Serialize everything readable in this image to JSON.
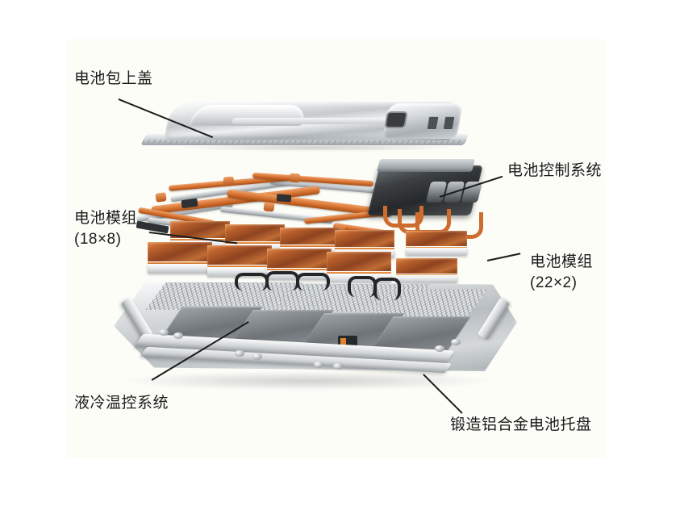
{
  "figure": {
    "type": "exploded-view-diagram",
    "subject": "电动汽车电池包爆炸图",
    "background_color": "#ffffff",
    "panel_color": "#fdfdf8",
    "accent_color": "#cd6c2c",
    "metal_color": "#c6cacd",
    "leader_line_color": "#1c1c1c"
  },
  "callouts": [
    {
      "id": "battery-pack-upper-cover",
      "label": "电池包上盖",
      "sub": "",
      "side": "left"
    },
    {
      "id": "battery-control-system",
      "label": "电池控制系统",
      "sub": "",
      "side": "right"
    },
    {
      "id": "battery-module-18x8",
      "label": "电池模组",
      "sub": "(18×8)",
      "side": "left"
    },
    {
      "id": "battery-module-22x2",
      "label": "电池模组",
      "sub": "(22×2)",
      "side": "right"
    },
    {
      "id": "liquid-cooling-system",
      "label": "液冷温控系统",
      "sub": "",
      "side": "left"
    },
    {
      "id": "forged-aluminum-battery-tray",
      "label": "锻造铝合金电池托盘",
      "sub": "",
      "side": "right"
    }
  ],
  "layers": [
    {
      "name": "upper-cover",
      "description": "银色金属电池包上盖"
    },
    {
      "name": "harness-and-control",
      "description": "橙色高压线束与电池控制系统"
    },
    {
      "name": "battery-modules",
      "description": "铜色顶盖电池模组阵列"
    },
    {
      "name": "tray-and-cooling",
      "description": "锻造铝合金托盘与液冷板"
    }
  ]
}
